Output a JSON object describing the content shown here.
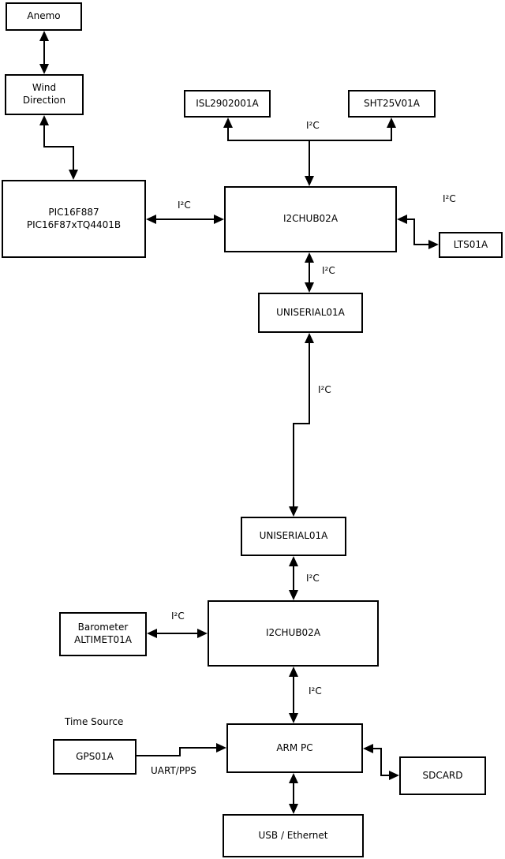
{
  "colors": {
    "background": "#ffffff",
    "line": "#000000",
    "box_fill": "#ffffff",
    "text": "#000000"
  },
  "boxes": {
    "anemo": {
      "label": "Anemo"
    },
    "wind_direction": {
      "lines": [
        "Wind",
        "Direction"
      ]
    },
    "pic": {
      "lines": [
        "PIC16F887",
        "PIC16F87xTQ4401B"
      ]
    },
    "isl2902001a": {
      "label": "ISL2902001A"
    },
    "sht25v01a": {
      "label": "SHT25V01A"
    },
    "i2chub_upper": {
      "label": "I2CHUB02A"
    },
    "lts01a": {
      "label": "LTS01A"
    },
    "uniserial_upper": {
      "label": "UNISERIAL01A"
    },
    "uniserial_lower": {
      "label": "UNISERIAL01A"
    },
    "i2chub_lower": {
      "label": "I2CHUB02A"
    },
    "barometer": {
      "lines": [
        "Barometer",
        "ALTIMET01A"
      ]
    },
    "gps01a": {
      "label": "GPS01A"
    },
    "arm_pc": {
      "label": "ARM PC"
    },
    "sdcard": {
      "label": "SDCARD"
    },
    "usb_ethernet": {
      "label": "USB / Ethernet"
    }
  },
  "connector_labels": {
    "isl_sht_bus": "I²C",
    "pic_hub": "I²C",
    "hub_lts": "I²C",
    "hub_uniserial_upper": "I²C",
    "uniserial_link": "I²C",
    "uniserial_hub_lower": "I²C",
    "barometer_hub": "I²C",
    "hub_arm_pc": "I²C",
    "time_source": "Time Source",
    "uart_pps": "UART/PPS"
  }
}
